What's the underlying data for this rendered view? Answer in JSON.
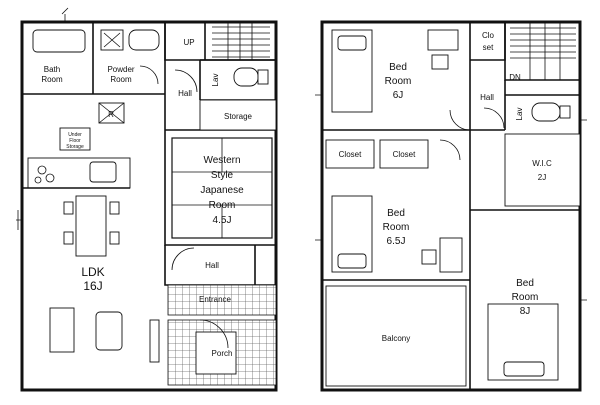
{
  "floor1": {
    "rooms": {
      "bath": [
        "Bath",
        "Room"
      ],
      "powder": [
        "Powder",
        "Room"
      ],
      "up": "UP",
      "hall_upper": "Hall",
      "lav_upper": "Lav",
      "storage": "Storage",
      "fridge": "R",
      "under_floor": [
        "Under",
        "Floor",
        "Storage"
      ],
      "western_japanese": [
        "Western",
        "Style",
        "Japanese",
        "Room",
        "4.5J"
      ],
      "ldk": [
        "LDK",
        "16J"
      ],
      "hall_lower": "Hall",
      "entrance": "Entrance",
      "porch": "Porch"
    }
  },
  "floor2": {
    "rooms": {
      "bed6": [
        "Bed",
        "Room",
        "6J"
      ],
      "closet_top": [
        "Clo",
        "set"
      ],
      "dn": "DN",
      "hall": "Hall",
      "lav": "Lav",
      "closet_a": "Closet",
      "closet_b": "Closet",
      "wic": [
        "W.I.C",
        "2J"
      ],
      "bed65": [
        "Bed",
        "Room",
        "6.5J"
      ],
      "bed8": [
        "Bed",
        "Room",
        "8J"
      ],
      "balcony": "Balcony"
    }
  },
  "colors": {
    "line": "#111111",
    "background": "#ffffff"
  }
}
